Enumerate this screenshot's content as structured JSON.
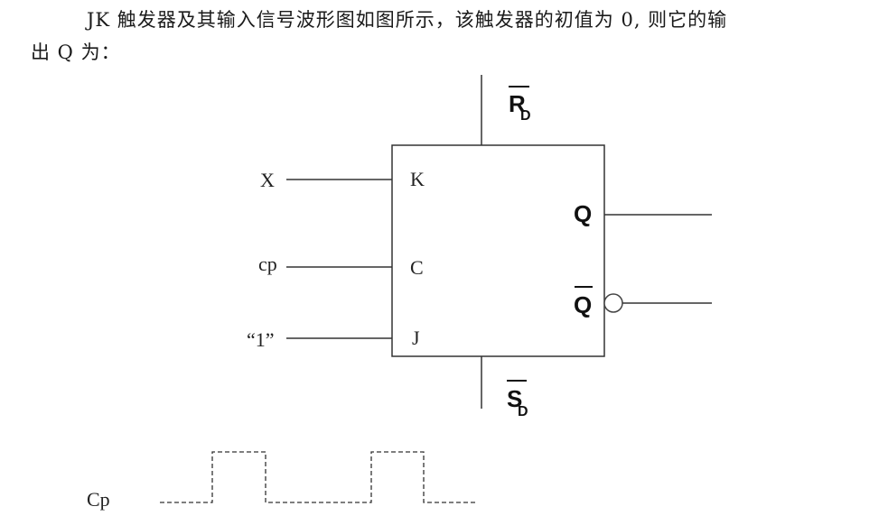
{
  "question": {
    "line1": "JK 触发器及其输入信号波形图如图所示，该触发器的初值为 0, 则它的输",
    "line2": "出 Q 为："
  },
  "flipflop": {
    "inputs": {
      "k_signal": "X",
      "k_pin": "K",
      "c_signal": "cp",
      "c_pin": "C",
      "j_signal": "“1”",
      "j_pin": "J"
    },
    "outputs": {
      "q": "Q",
      "q_bar": "Q"
    },
    "reset": {
      "main": "R",
      "sub": "D"
    },
    "set": {
      "main": "S",
      "sub": "D"
    }
  },
  "waveform": {
    "label": "Cp",
    "levels": [
      0,
      1,
      0,
      1,
      0
    ],
    "colors": {
      "line": "#333333"
    }
  }
}
